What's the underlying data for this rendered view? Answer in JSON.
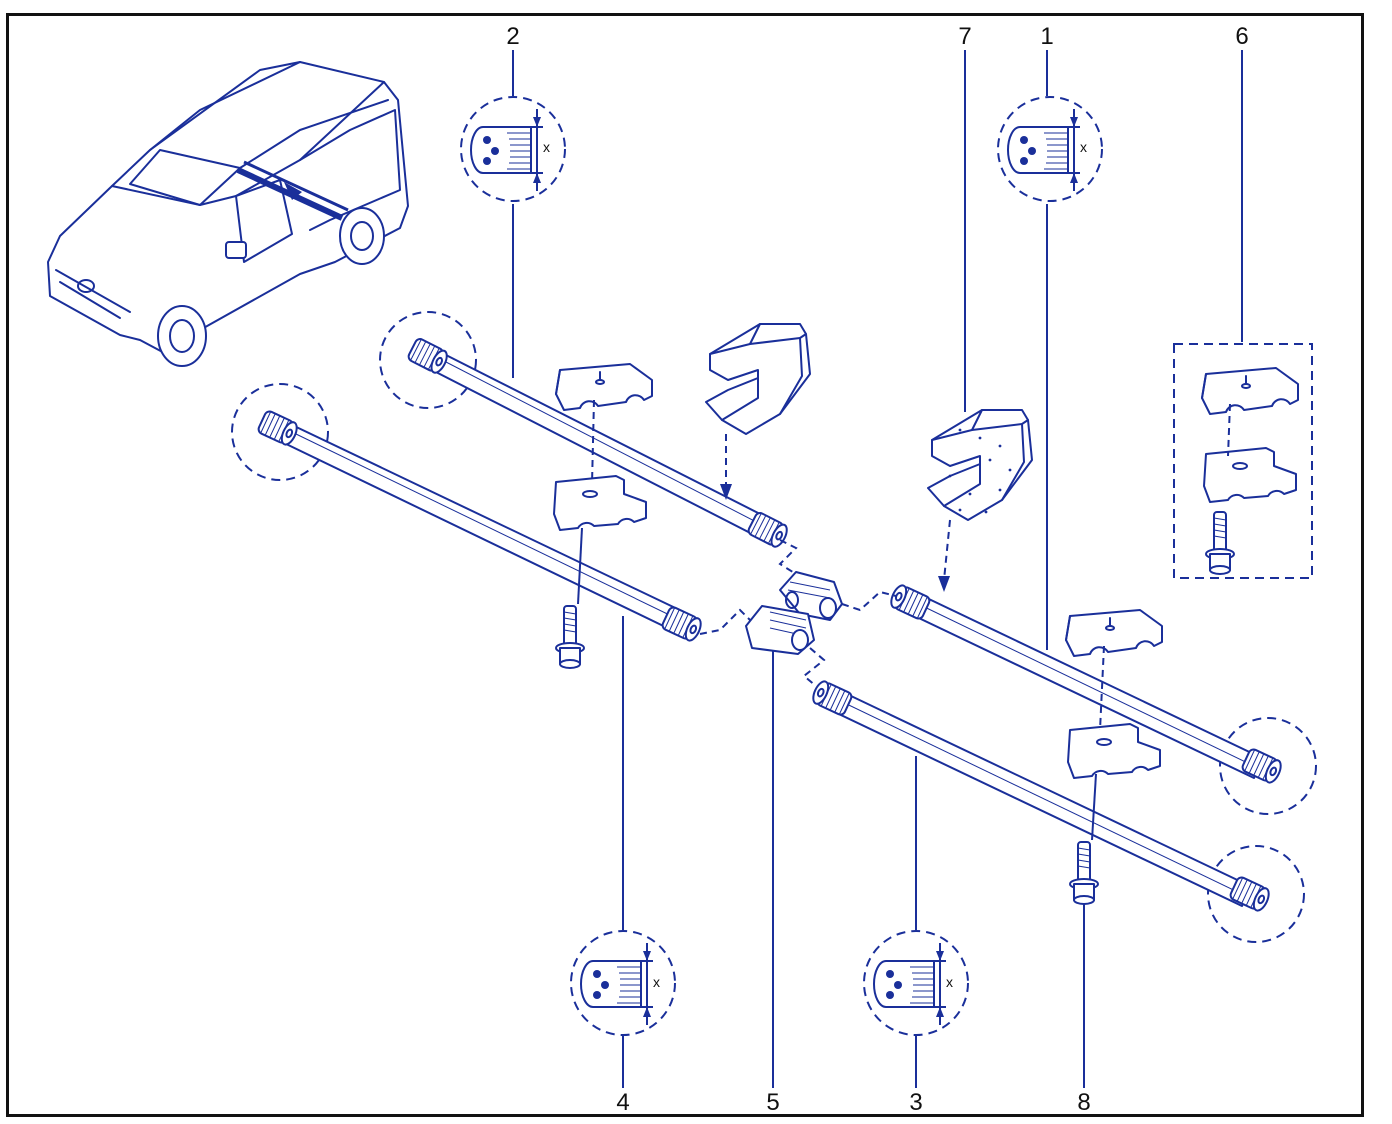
{
  "diagram": {
    "callouts": [
      {
        "id": "c1",
        "label": "1"
      },
      {
        "id": "c2",
        "label": "2"
      },
      {
        "id": "c3",
        "label": "3"
      },
      {
        "id": "c4",
        "label": "4"
      },
      {
        "id": "c5",
        "label": "5"
      },
      {
        "id": "c6",
        "label": "6"
      },
      {
        "id": "c7",
        "label": "7"
      },
      {
        "id": "c8",
        "label": "8"
      }
    ],
    "dimension_mark": "x",
    "colors": {
      "ink": "#1a2f9a",
      "frame": "#111111",
      "background": "#ffffff"
    }
  }
}
